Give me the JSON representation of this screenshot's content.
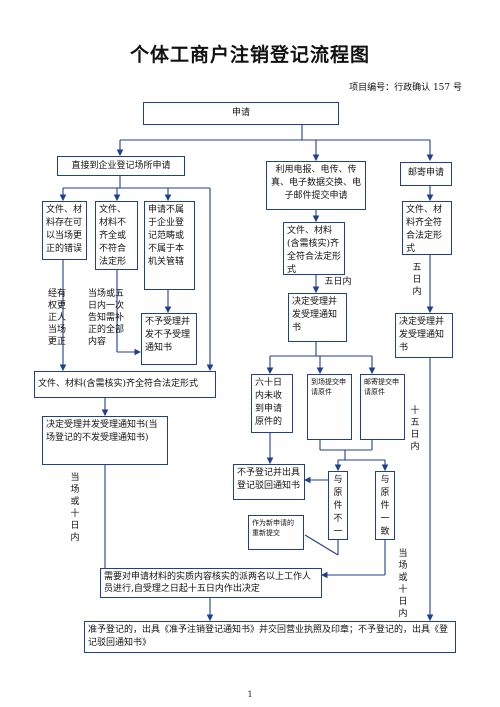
{
  "title": "个体工商户注销登记流程图",
  "project_code": "项目编号：行政确认 157 号",
  "nodes": {
    "apply": "申请",
    "direct": "直接到企业登记场所申请",
    "electronic": "利用电报、电传、传真、电子数据交换、电子邮件提交申请",
    "mail": "邮寄申请",
    "err_fix": "文件、材料存在可以当场更正的错误",
    "incomplete": "文件、材料不齐全或不符合法定形式",
    "not_scope": "申请不属于企业登记范畴或不属于本机关管辖",
    "not_accept_1": "不予受理并发不予受理通知书",
    "complete_direct": "文件、材料(含需核实)齐全符合法定形式",
    "accept_notice_direct": "决定受理并发受理通知书(当场登记的不发受理通知书)",
    "complete_elec": "文件、材料(含需核实)齐全符合法定形式",
    "accept_notice_elec": "决定受理并发受理通知书",
    "complete_mail": "文件、材料齐全符合法定形式",
    "accept_notice_mail": "决定受理并发受理通知书",
    "sixty_days": "六十日内未收到申请原件的",
    "submit_originals_1": "到场提交申请原件",
    "submit_originals_2": "邮寄提交申请原件",
    "deny_register": "不予登记并出具登记驳回通知书",
    "new_apply": "作为新申请的重新提交",
    "verify": "需要对申请材料的实质内容核实的派两名以上工作人员进行,自受理之日起十五日内作出决定",
    "final": "准予登记的，出具《准予注销登记通知书》并交回营业执照及印章；不予登记的，出具《登记驳回通知书》"
  },
  "labels": {
    "fix_onsite": "经有权更正人当场更正",
    "notify_once": "当场或五日内一次告知需补正的全部内容",
    "five_days_elec": "五日内",
    "five_days_mail": "五日内",
    "fifteen_days": "十五日内",
    "onsite_or_ten": "当场或十日内",
    "mismatch": "与原件不一致",
    "match": "与原件一致",
    "onsite_or_ten_right": "当场或十日内"
  },
  "page_number": "1",
  "colors": {
    "box_border": "#1f3f8f",
    "arrow": "#1f3f8f"
  }
}
